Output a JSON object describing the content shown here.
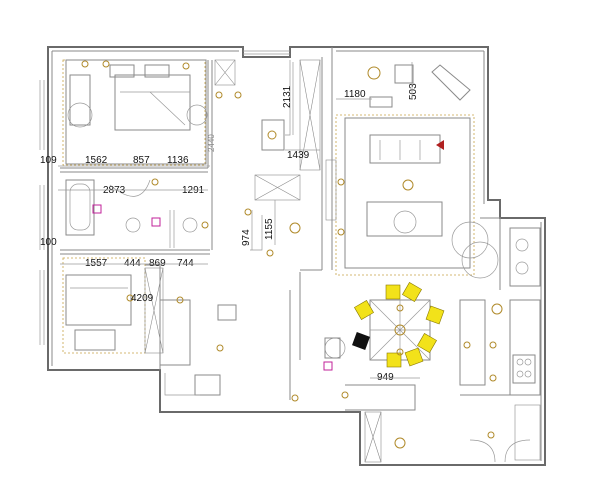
{
  "dimensions": {
    "d2131": "2131",
    "d1180": "1180",
    "d503": "503",
    "d109": "109",
    "d1562": "1562",
    "d857": "857",
    "d1136": "1136",
    "d1439": "1439",
    "d2873": "2873",
    "d1291": "1291",
    "d100": "100",
    "d974": "974",
    "d1155": "1155",
    "d1557": "1557",
    "d444": "444",
    "d869": "869",
    "d744": "744",
    "d4209": "4209",
    "d949": "949",
    "d2440": "2440"
  },
  "colors": {
    "wall": "#8a8a8a",
    "lighting": "#b08a2a",
    "chair_yellow": "#f2e21a",
    "outlet_magenta": "#c0209a",
    "rug_red": "#b02020"
  },
  "icons": [
    "downlight-icon",
    "spotlight-icon",
    "chair-icon",
    "outlet-icon"
  ]
}
